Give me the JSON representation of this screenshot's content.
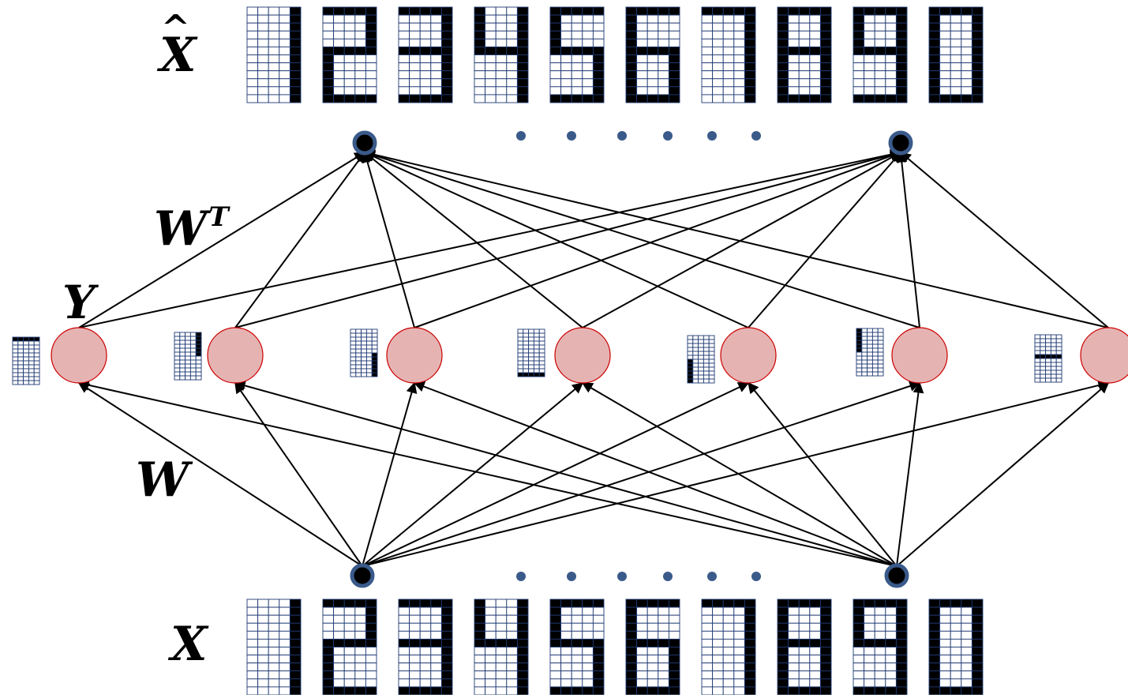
{
  "labels": {
    "output": "X",
    "output_hat": "^",
    "weights_transpose": "W",
    "weights_transpose_sup": "T",
    "hidden": "Y",
    "weights": "W",
    "input": "X"
  },
  "digits": [
    [
      "00001",
      "00001",
      "00001",
      "00001",
      "00001",
      "00001",
      "00001",
      "00001",
      "00001",
      "00001",
      "00001",
      "00001"
    ],
    [
      "11111",
      "00001",
      "00001",
      "00001",
      "00001",
      "11111",
      "10000",
      "10000",
      "10000",
      "10000",
      "10000",
      "11111"
    ],
    [
      "11111",
      "00001",
      "00001",
      "00001",
      "00001",
      "11111",
      "00001",
      "00001",
      "00001",
      "00001",
      "00001",
      "11111"
    ],
    [
      "10001",
      "10001",
      "10001",
      "10001",
      "10001",
      "11111",
      "00001",
      "00001",
      "00001",
      "00001",
      "00001",
      "00001"
    ],
    [
      "11111",
      "10000",
      "10000",
      "10000",
      "10000",
      "11111",
      "00001",
      "00001",
      "00001",
      "00001",
      "00001",
      "11111"
    ],
    [
      "11111",
      "10000",
      "10000",
      "10000",
      "10000",
      "11111",
      "10001",
      "10001",
      "10001",
      "10001",
      "10001",
      "11111"
    ],
    [
      "11111",
      "00001",
      "00001",
      "00001",
      "00001",
      "00001",
      "00001",
      "00001",
      "00001",
      "00001",
      "00001",
      "00001"
    ],
    [
      "11111",
      "10001",
      "10001",
      "10001",
      "10001",
      "11111",
      "10001",
      "10001",
      "10001",
      "10001",
      "10001",
      "11111"
    ],
    [
      "11111",
      "10001",
      "10001",
      "10001",
      "10001",
      "11111",
      "00001",
      "00001",
      "00001",
      "00001",
      "00001",
      "11111"
    ],
    [
      "11111",
      "10001",
      "10001",
      "10001",
      "10001",
      "10001",
      "10001",
      "10001",
      "10001",
      "10001",
      "10001",
      "11111"
    ]
  ],
  "features": [
    [
      "11111",
      "00000",
      "00000",
      "00000",
      "00000",
      "00000",
      "00000",
      "00000",
      "00000",
      "00000",
      "00000",
      "00000"
    ],
    [
      "00001",
      "00001",
      "00001",
      "00001",
      "00001",
      "00001",
      "00000",
      "00000",
      "00000",
      "00000",
      "00000",
      "00000"
    ],
    [
      "00000",
      "00000",
      "00000",
      "00000",
      "00000",
      "00000",
      "00001",
      "00001",
      "00001",
      "00001",
      "00001",
      "00001"
    ],
    [
      "00000",
      "00000",
      "00000",
      "00000",
      "00000",
      "00000",
      "00000",
      "00000",
      "00000",
      "00000",
      "00000",
      "11111"
    ],
    [
      "00000",
      "00000",
      "00000",
      "00000",
      "00000",
      "00000",
      "10000",
      "10000",
      "10000",
      "10000",
      "10000",
      "10000"
    ],
    [
      "10000",
      "10000",
      "10000",
      "10000",
      "10000",
      "10000",
      "00000",
      "00000",
      "00000",
      "00000",
      "00000",
      "00000"
    ],
    [
      "00000",
      "00000",
      "00000",
      "00000",
      "00000",
      "11111",
      "00000",
      "00000",
      "00000",
      "00000",
      "00000",
      "00000"
    ]
  ],
  "colors": {
    "grid_line": "#1f3a73",
    "pixel_on": "#000000",
    "pixel_off": "#ffffff",
    "hidden_fill": "#e6b3b3",
    "hidden_stroke": "#cc0000",
    "io_node_fill": "#000000",
    "io_node_ring": "#3a5a8a",
    "ellipsis_dot": "#3a5a8a",
    "edge": "#000000"
  }
}
